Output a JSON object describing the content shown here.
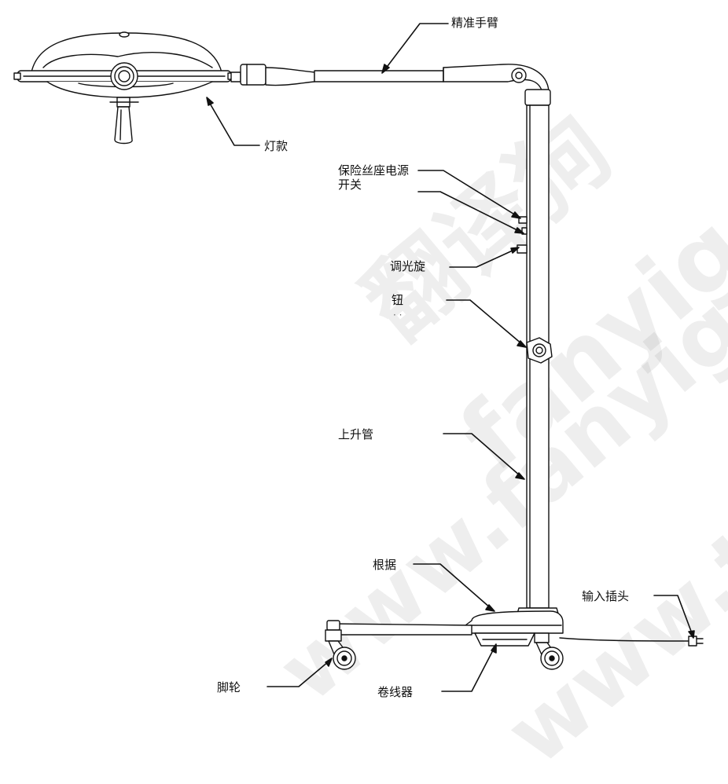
{
  "labels": {
    "precision_arm": "精准手臂",
    "lamp_model": "灯款",
    "fuse_seat_power": "保险丝座电源",
    "switch": "开关",
    "dimmer_knob_a": "调光旋",
    "dimmer_knob_b": "钮",
    "dimmer_dots": "· ·",
    "lift_tube": "上升管",
    "base": "根据",
    "input_plug": "输入插头",
    "caster": "脚轮",
    "cord_reel": "卷线器"
  },
  "watermark": {
    "logo_cn": "翻译狗",
    "logo_latin": "fanyigou",
    "url": "www.fanyigou.com",
    "url2": "www.translate"
  },
  "colors": {
    "line": "#111111",
    "fill": "#ffffff",
    "shade": "#dddddd",
    "watermark": "#bbbbbb"
  }
}
